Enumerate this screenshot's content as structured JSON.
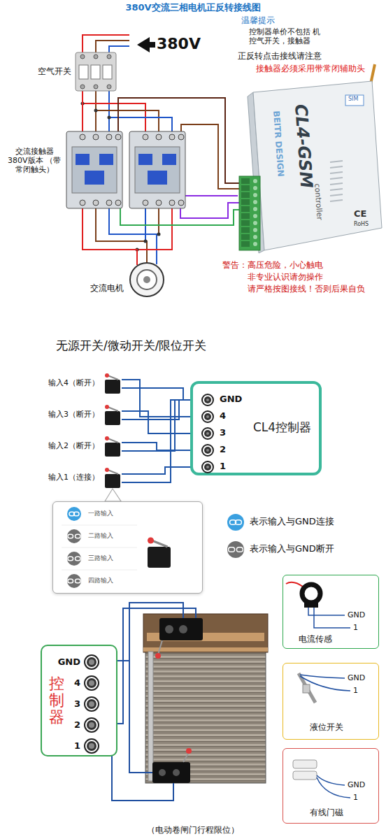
{
  "diagram": {
    "title": "380V交流三相电机正反转接线图",
    "caption": "（电动卷闸门行程限位）",
    "nodes": [
      {
        "text": [
          "空气开关"
        ]
      },
      {
        "text": [
          "SIM",
          "BEITR DESIGN",
          "CL4-GSM",
          "controller",
          "CE",
          "RoHS"
        ]
      },
      {
        "text": [
          "交流接触器 380V版本 （带常闭触头）"
        ]
      },
      {
        "text": [
          "交流电机"
        ]
      },
      {
        "text": [
          "输入4（断开）"
        ]
      },
      {
        "text": [
          "CL4控制器"
        ]
      },
      {
        "text": [
          "GND"
        ],
        "in": 5
      },
      {
        "text": [
          "4"
        ],
        "in": 5
      },
      {
        "text": [
          "3"
        ],
        "in": 5
      },
      {
        "text": [
          "2"
        ],
        "in": 5
      },
      {
        "text": [
          "1"
        ],
        "in": 5
      },
      {
        "text": [
          "输入3（断开）"
        ]
      },
      {
        "text": [
          "输入2（断开）"
        ]
      },
      {
        "text": [
          "输入1（连接）"
        ]
      },
      {
        "text": [
          "一路输入",
          "二路输入",
          "三路输入",
          "四路输入"
        ]
      },
      {
        "text": [
          "控制器"
        ]
      },
      {
        "text": [
          "GND"
        ],
        "in": 15
      },
      {
        "text": [
          "4"
        ],
        "in": 15
      },
      {
        "text": [
          "3"
        ],
        "in": 15
      },
      {
        "text": [
          "2"
        ],
        "in": 15
      },
      {
        "text": [
          "1"
        ],
        "in": 15
      },
      {
        "text": [
          "GND",
          "1",
          "电流传感"
        ]
      },
      {
        "text": [
          "GND",
          "1",
          "液位开关"
        ]
      },
      {
        "text": [
          "GND",
          "1",
          "有线门磁"
        ]
      }
    ],
    "edges": [
      {
        "from": 0,
        "to": 2,
        "arrow": "none"
      },
      {
        "from": 2,
        "to": 3,
        "arrow": "none"
      },
      {
        "from": 2,
        "to": 1,
        "arrow": "none"
      },
      {
        "from": 4,
        "to": 7,
        "arrow": "none"
      },
      {
        "from": 4,
        "to": 6,
        "arrow": "none"
      },
      {
        "from": 11,
        "to": 8,
        "arrow": "none"
      },
      {
        "from": 11,
        "to": 6,
        "arrow": "none"
      },
      {
        "from": 12,
        "to": 9,
        "arrow": "none"
      },
      {
        "from": 12,
        "to": 6,
        "arrow": "none"
      },
      {
        "from": 13,
        "to": 10,
        "arrow": "none"
      },
      {
        "from": 13,
        "to": 6,
        "arrow": "none"
      }
    ],
    "labels": [
      "380V",
      "温馨提示",
      "控制器单价不包括 机控气开关，接触器",
      "正反转点击接线请注意",
      "接触器必须采用带常闭辅助头",
      "警告：高压危险，小心触电",
      "非专业认识请勿操作",
      "请严格按图接线！否则后果自负",
      "无源开关/微动开关/限位开关"
    ],
    "legend": [
      {
        "text": "表示输入与GND连接"
      },
      {
        "text": "表示输入与GND断开"
      }
    ]
  }
}
